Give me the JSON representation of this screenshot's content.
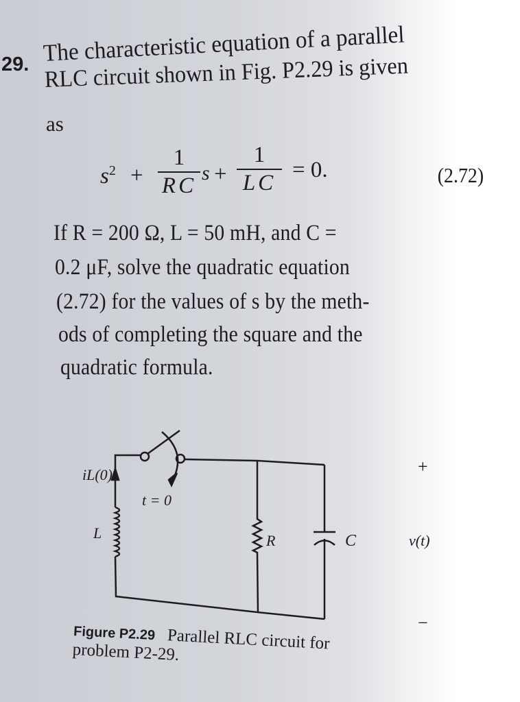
{
  "problem": {
    "number": "29.",
    "intro_lines": [
      "The characteristic equation of a parallel",
      "RLC circuit shown in Fig. P2.29 is given",
      "as"
    ],
    "equation": {
      "s2": "s",
      "s2_exp": "2",
      "plus1": "+",
      "frac1_num": "1",
      "frac1_den": "RC",
      "s": "s",
      "plus2": "+",
      "frac2_num": "1",
      "frac2_den": "LC",
      "rhs": "= 0.",
      "label": "(2.72)"
    },
    "body_lines": [
      "If  R = 200 Ω,  L = 50  mH,  and  C =",
      "0.2 μF,  solve  the  quadratic  equation",
      "(2.72) for the values of s by the meth-",
      "ods of completing the square and the",
      "quadratic formula."
    ]
  },
  "figure": {
    "labels": {
      "il0": "iL(0)",
      "t0": "t = 0",
      "L": "L",
      "R": "R",
      "C": "C",
      "vt": "v(t)",
      "plus": "+",
      "minus": "−"
    },
    "caption_label": "Figure P2.29",
    "caption_text_1": "Parallel RLC circuit for",
    "caption_text_2": "problem P2-29."
  }
}
